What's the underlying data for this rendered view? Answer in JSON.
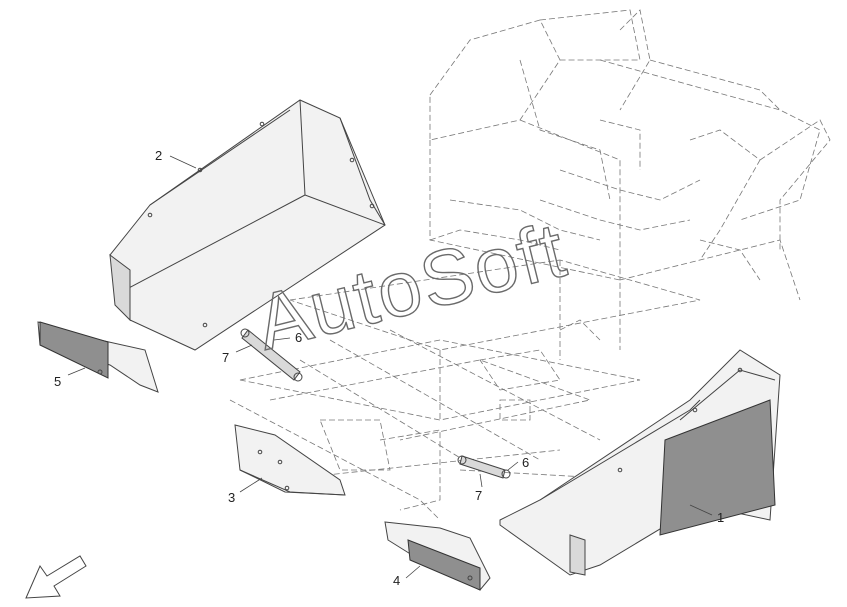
{
  "watermark": "AutoSoft",
  "labels": {
    "p1": "1",
    "p2": "2",
    "p3": "3",
    "p4": "4",
    "p5": "5",
    "p6a": "6",
    "p6b": "6",
    "p7a": "7",
    "p7b": "7"
  },
  "colors": {
    "line": "#444444",
    "panel_dark": "#8f8f8f",
    "panel_light": "#f2f2f2"
  },
  "icons": {
    "direction_arrow": "arrow-down-left-icon"
  }
}
